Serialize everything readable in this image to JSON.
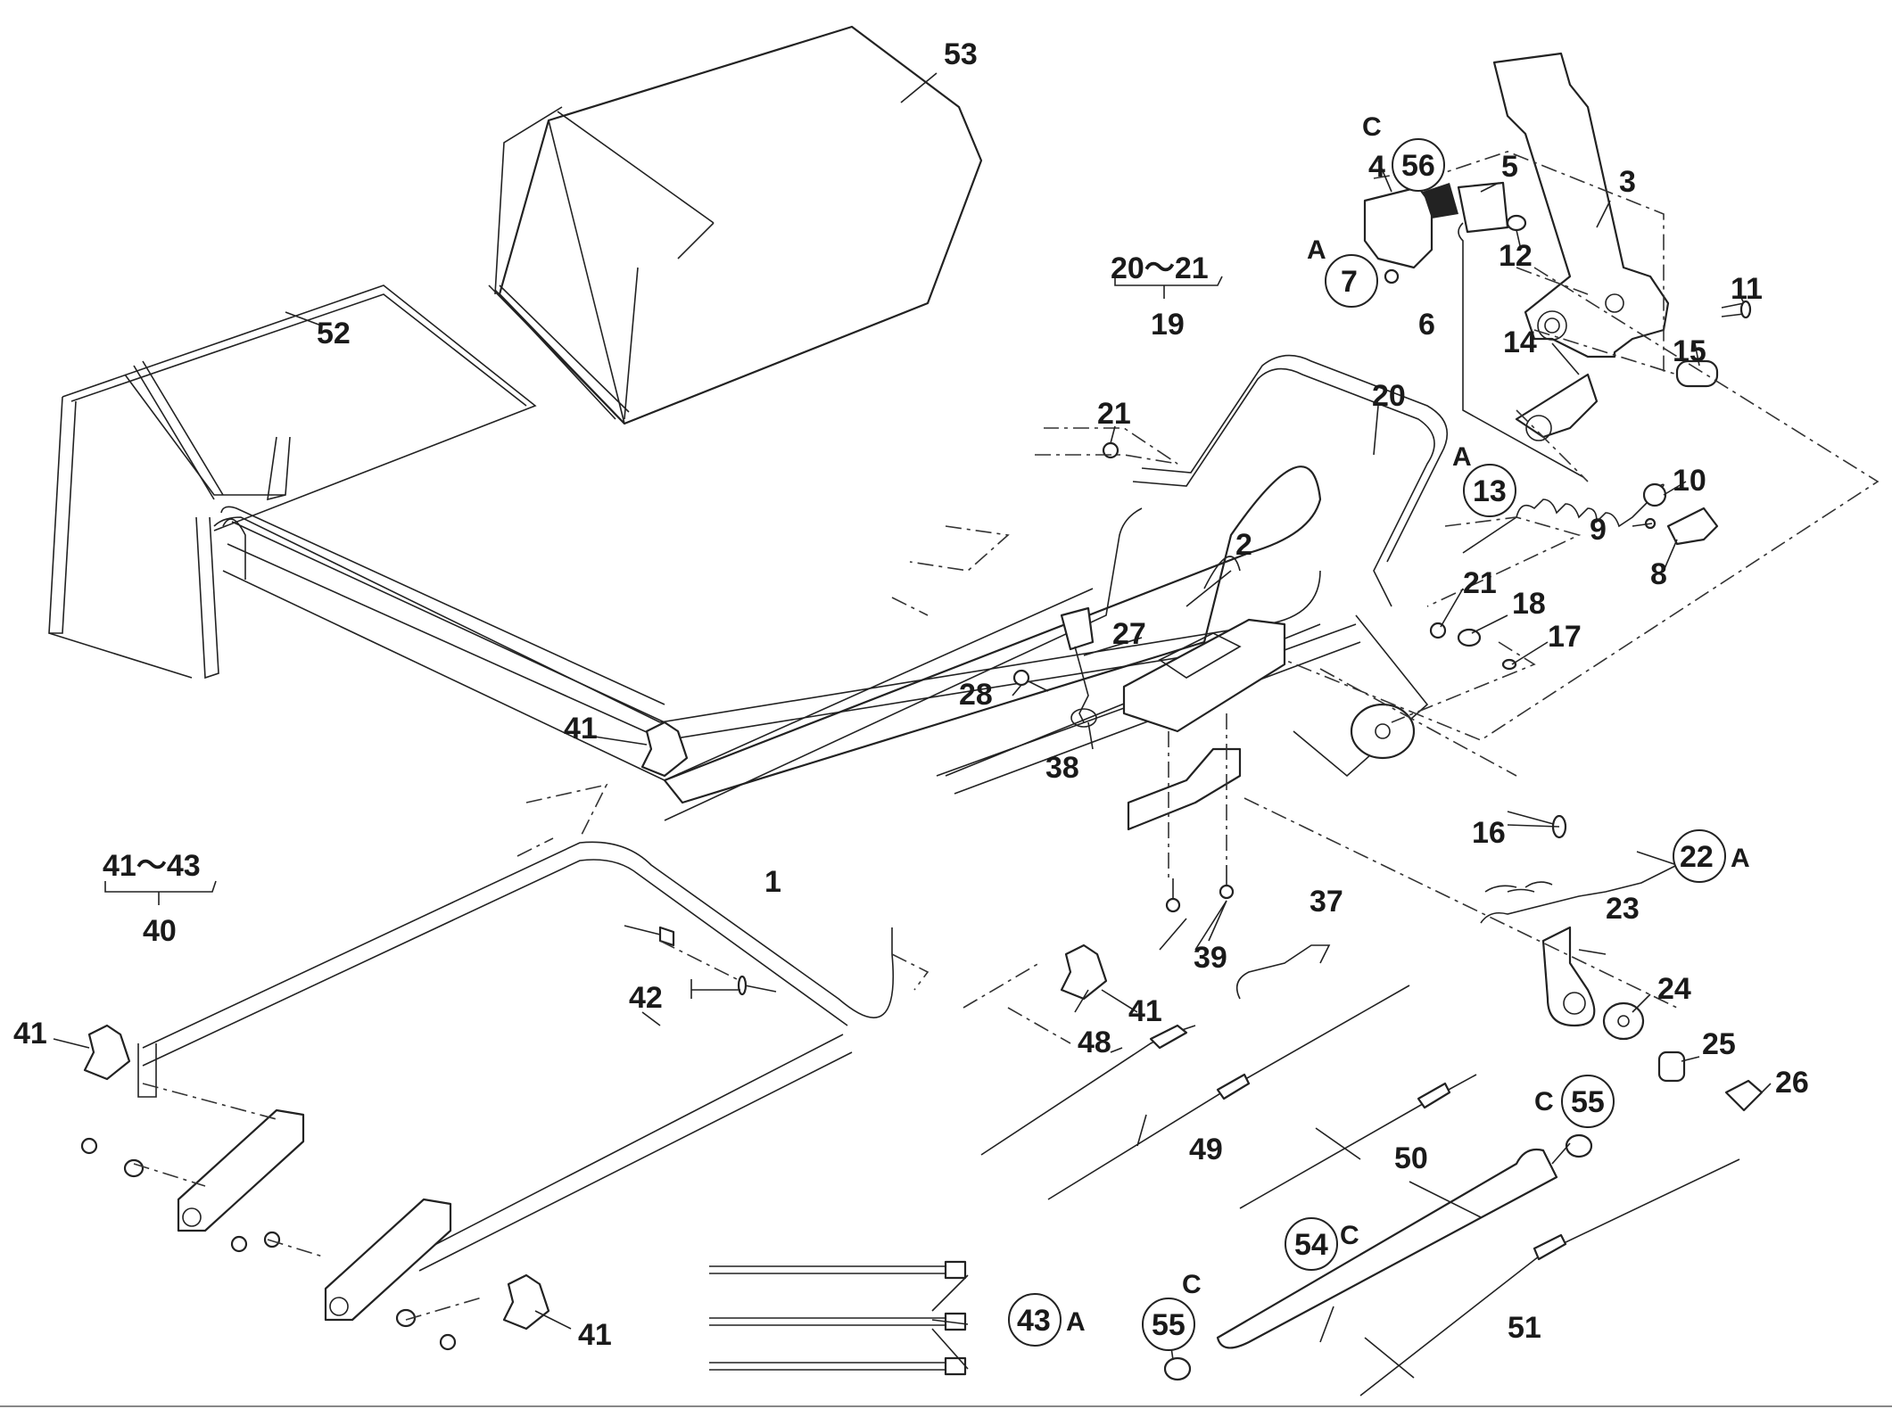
{
  "diagram": {
    "callouts": {
      "p1": "1",
      "p2": "2",
      "p3": "3",
      "p4": "4",
      "p5": "5",
      "p6": "6",
      "p7": "7",
      "p8": "8",
      "p9": "9",
      "p10": "10",
      "p11": "11",
      "p12": "12",
      "p13": "13",
      "p14": "14",
      "p15": "15",
      "p16": "16",
      "p17": "17",
      "p18": "18",
      "p20": "20",
      "p21a": "21",
      "p21b": "21",
      "p22": "22",
      "p23": "23",
      "p24": "24",
      "p25": "25",
      "p26": "26",
      "p27": "27",
      "p28": "28",
      "p37": "37",
      "p38": "38",
      "p39": "39",
      "p41a": "41",
      "p41b": "41",
      "p41c": "41",
      "p41d": "41",
      "p42": "42",
      "p43": "43",
      "p48": "48",
      "p49": "49",
      "p50": "50",
      "p51": "51",
      "p52": "52",
      "p53": "53",
      "p54": "54",
      "p55a": "55",
      "p55b": "55",
      "p56": "56"
    },
    "groups": {
      "g19_range": "20～21",
      "g19_id": "19",
      "g40_range": "41～43",
      "g40_id": "40"
    },
    "markers": {
      "a_7": "A",
      "a_13": "A",
      "a_22": "A",
      "a_43": "A",
      "c_56": "C",
      "c_55a": "C",
      "c_54": "C",
      "c_55b": "C"
    }
  }
}
